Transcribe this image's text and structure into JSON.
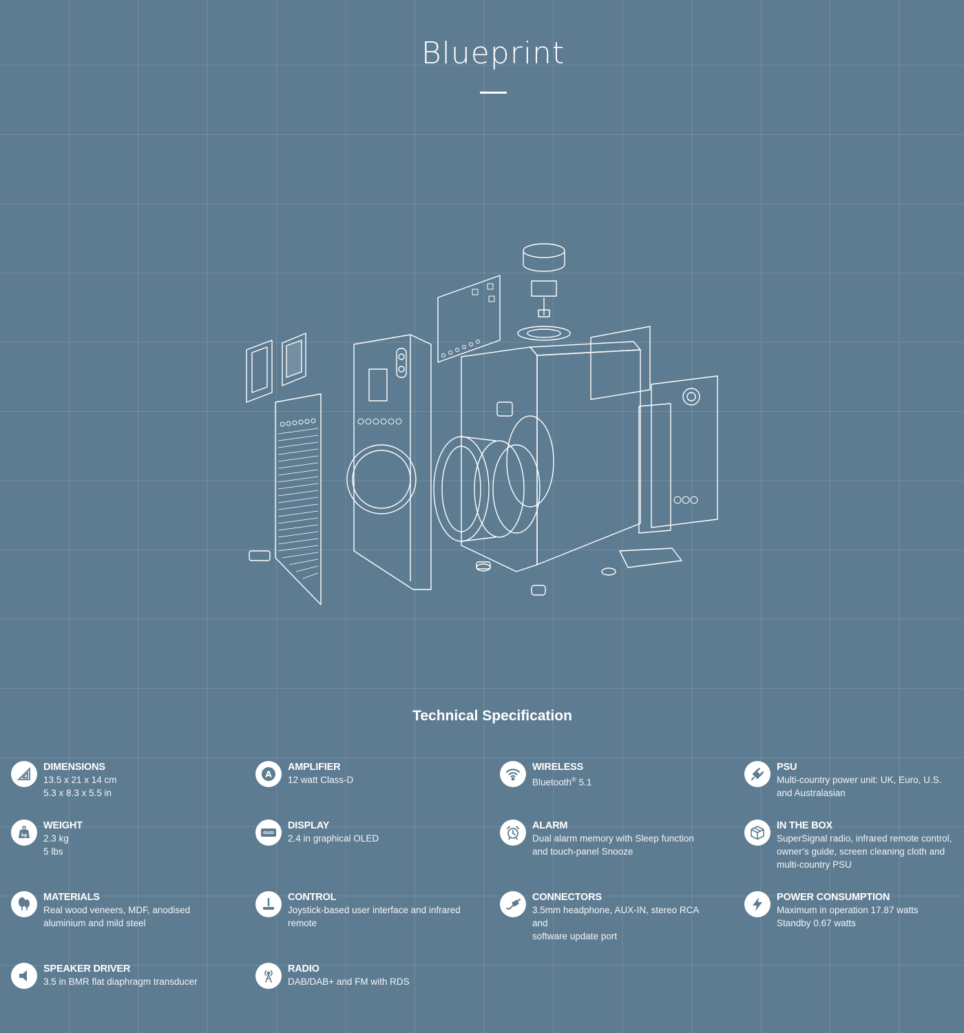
{
  "header": {
    "title": "Blueprint"
  },
  "spec_section": {
    "heading": "Technical Specification"
  },
  "specs": {
    "dimensions": {
      "icon": "set-square-icon",
      "name": "DIMENSIONS",
      "lines": [
        "13.5 x 21 x 14 cm",
        "5.3 x 8.3 x 5.5 in"
      ]
    },
    "amplifier": {
      "icon": "amplifier-a-icon",
      "icon_letter": "A",
      "name": "AMPLIFIER",
      "lines": [
        "12 watt Class-D"
      ]
    },
    "wireless": {
      "icon": "wifi-icon",
      "name": "WIRELESS",
      "lines": [
        "Bluetooth",
        "5.1"
      ],
      "sup": "®"
    },
    "psu": {
      "icon": "plug-icon",
      "name": "PSU",
      "lines": [
        "Multi-country power unit: UK, Euro, U.S.",
        "and Australasian"
      ]
    },
    "weight": {
      "icon": "weight-kg-icon",
      "icon_label": "kg",
      "name": "WEIGHT",
      "lines": [
        "2.3 kg",
        "5 lbs"
      ]
    },
    "display": {
      "icon": "oled-icon",
      "icon_label": "OLED",
      "name": "DISPLAY",
      "lines": [
        "2.4 in graphical OLED"
      ]
    },
    "alarm": {
      "icon": "alarm-clock-icon",
      "name": "ALARM",
      "lines": [
        "Dual alarm memory with Sleep function",
        "and touch-panel Snooze"
      ]
    },
    "in_the_box": {
      "icon": "box-icon",
      "name": "IN THE BOX",
      "lines": [
        "SuperSignal radio, infrared remote control,",
        "owner’s guide, screen cleaning cloth and",
        "multi-country PSU"
      ]
    },
    "materials": {
      "icon": "trees-icon",
      "name": "MATERIALS",
      "lines": [
        "Real wood veneers, MDF, anodised",
        "aluminium and mild steel"
      ]
    },
    "control": {
      "icon": "joystick-icon",
      "name": "CONTROL",
      "lines": [
        "Joystick-based user interface and infrared",
        "remote"
      ]
    },
    "connectors": {
      "icon": "cable-connector-icon",
      "name": "CONNECTORS",
      "lines": [
        "3.5mm headphone, AUX-IN, stereo RCA",
        "and",
        "software update port"
      ]
    },
    "power": {
      "icon": "lightning-icon",
      "name": "POWER CONSUMPTION",
      "lines": [
        "Maximum in operation 17.87 watts",
        "Standby 0.67 watts"
      ]
    },
    "speaker": {
      "icon": "speaker-icon",
      "name": "SPEAKER DRIVER",
      "lines": [
        "3.5 in BMR flat diaphragm transducer"
      ]
    },
    "radio": {
      "icon": "radio-tower-icon",
      "name": "RADIO",
      "lines": [
        "DAB/DAB+ and FM with RDS"
      ]
    }
  },
  "colors": {
    "background": "#5d7b91",
    "text": "#ffffff",
    "icon_fill": "#ffffff",
    "icon_glyph": "#5d7b91"
  }
}
